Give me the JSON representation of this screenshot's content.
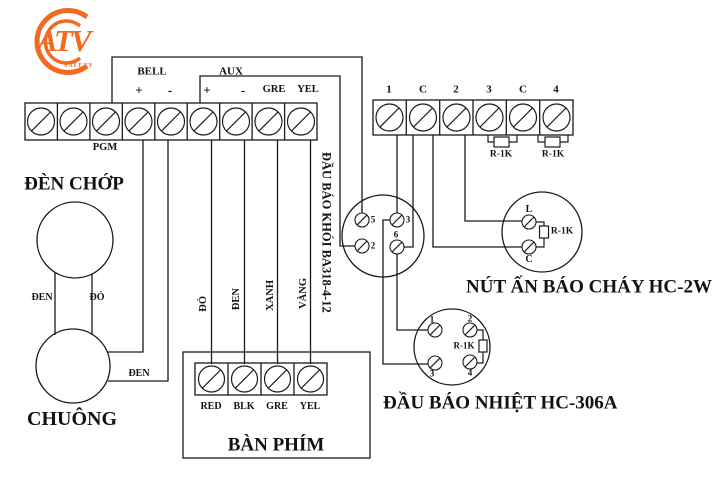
{
  "meta": {
    "accent_color": "#f26a21",
    "line_color": "#1a1a1a"
  },
  "logo": {
    "brand": "ATV",
    "sub": "SAFETY"
  },
  "panel_block": {
    "bell_label": "BELL",
    "aux_label": "AUX",
    "bell_plus": "+",
    "bell_minus": "-",
    "aux_plus": "+",
    "aux_minus": "-",
    "gre": "GRE",
    "yel": "YEL",
    "pgm": "PGM"
  },
  "zone_block": {
    "terminals": [
      "1",
      "C",
      "2",
      "3",
      "C",
      "4"
    ],
    "resistor1": "R-1K",
    "resistor2": "R-1K"
  },
  "strobe": {
    "label": "ĐÈN CHỚP"
  },
  "bell": {
    "label": "CHUÔNG",
    "wire_black": "ĐEN",
    "wire_red": "ĐỎ",
    "wire_feed_black": "ĐEN"
  },
  "keypad": {
    "label": "BÀN PHÍM",
    "terminals": [
      "RED",
      "BLK",
      "GRE",
      "YEL"
    ],
    "wires": [
      "ĐỎ",
      "ĐEN",
      "XANH",
      "VÀNG"
    ]
  },
  "smoke": {
    "label": "ĐẦU BÁO KHÓI BA318-4-12",
    "pins": [
      "5",
      "3",
      "2",
      "6"
    ]
  },
  "call_point": {
    "label": "NÚT ẤN BÁO CHÁY HC-2W",
    "pin_l": "L",
    "pin_c": "C",
    "resistor": "R-1K"
  },
  "heat": {
    "label": "ĐẦU BÁO NHIỆT HC-306A",
    "pins": [
      "1",
      "2",
      "3",
      "4"
    ],
    "resistor": "R-1K"
  }
}
